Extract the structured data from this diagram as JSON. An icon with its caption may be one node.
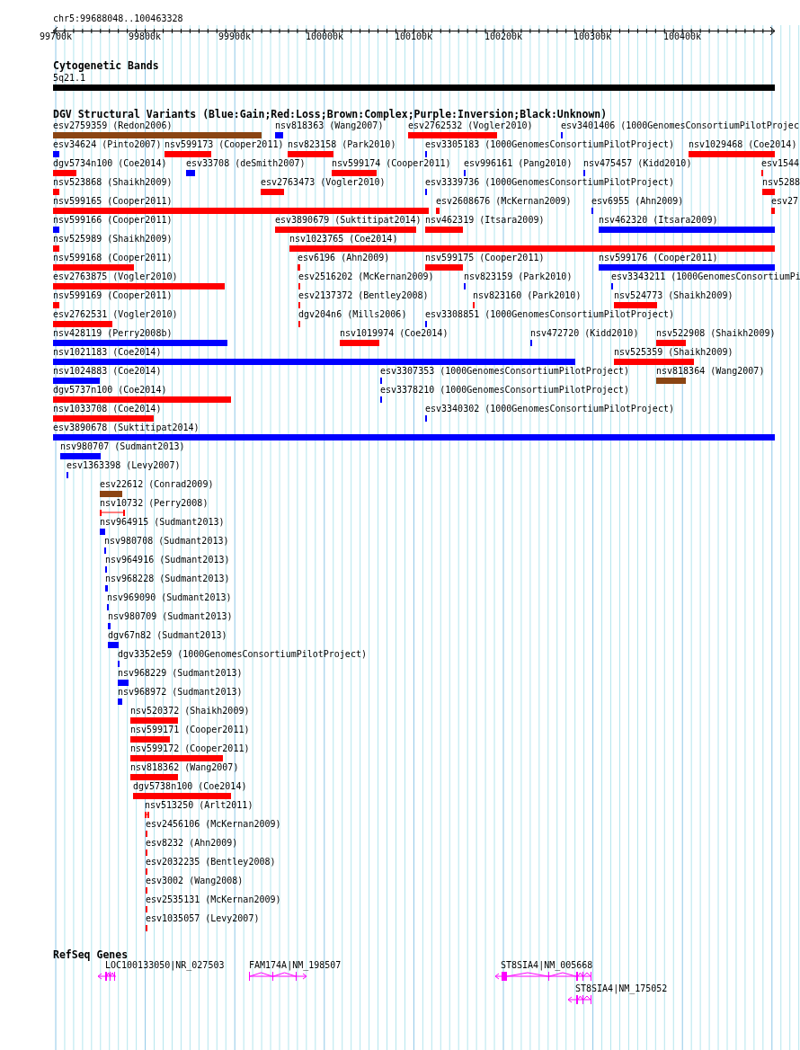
{
  "diagram": {
    "labels": [
      "chr5:99688048..100463328",
      "99700k",
      "99800k",
      "99900k",
      "100000k",
      "100100k",
      "100200k",
      "100300k",
      "100400k",
      "Cytogenetic Bands",
      "5q21.1",
      "DGV Structural Variants (Blue:Gain;Red:Loss;Brown:Complex;Purple:Inversion;Black:Unknown)",
      "esv2759359 (Redon2006)",
      "nsv818363 (Wang2007)",
      "esv2762532 (Vogler2010)",
      "esv3401406 (1000GenomesConsortiumPilotProjec",
      "esv34624 (Pinto2007)",
      "nsv599173 (Cooper2011)",
      "nsv823158 (Park2010)",
      "esv3305183 (1000GenomesConsortiumPilotProject)",
      "nsv1029468 (Coe2014)",
      "dgv5734n100 (Coe2014)",
      "esv33708 (deSmith2007)",
      "nsv599174 (Cooper2011)",
      "esv996161 (Pang2010)",
      "nsv475457 (Kidd2010)",
      "esv1544",
      "nsv523868 (Shaikh2009)",
      "esv2763473 (Vogler2010)",
      "esv3339736 (1000GenomesConsortiumPilotProject)",
      "nsv5288",
      "nsv599165 (Cooper2011)",
      "esv2608676 (McKernan2009)",
      "esv6955 (Ahn2009)",
      "esv27",
      "nsv599166 (Cooper2011)",
      "esv3890679 (Suktitipat2014)",
      "nsv462319 (Itsara2009)",
      "nsv462320 (Itsara2009)",
      "nsv525989 (Shaikh2009)",
      "nsv1023765 (Coe2014)",
      "nsv599168 (Cooper2011)",
      "esv6196 (Ahn2009)",
      "nsv599175 (Cooper2011)",
      "nsv599176 (Cooper2011)",
      "esv2763875 (Vogler2010)",
      "esv2516202 (McKernan2009)",
      "nsv823159 (Park2010)",
      "esv3343211 (1000GenomesConsortiumPi",
      "nsv599169 (Cooper2011)",
      "esv2137372 (Bentley2008)",
      "nsv823160 (Park2010)",
      "nsv524773 (Shaikh2009)",
      "esv2762531 (Vogler2010)",
      "dgv204n6 (Mills2006)",
      "esv3308851 (1000GenomesConsortiumPilotProject)",
      "nsv428119 (Perry2008b)",
      "nsv1019974 (Coe2014)",
      "nsv472720 (Kidd2010)",
      "nsv522908 (Shaikh2009)",
      "nsv1021183 (Coe2014)",
      "nsv525359 (Shaikh2009)",
      "nsv1024883 (Coe2014)",
      "esv3307353 (1000GenomesConsortiumPilotProject)",
      "nsv818364 (Wang2007)",
      "dgv5737n100 (Coe2014)",
      "esv3378210 (1000GenomesConsortiumPilotProject)",
      "nsv1033708 (Coe2014)",
      "esv3340302 (1000GenomesConsortiumPilotProject)",
      "esv3890678 (Suktitipat2014)",
      "nsv980707 (Sudmant2013)",
      "esv1363398 (Levy2007)",
      "esv22612 (Conrad2009)",
      "nsv10732 (Perry2008)",
      "nsv964915 (Sudmant2013)",
      "nsv980708 (Sudmant2013)",
      "nsv964916 (Sudmant2013)",
      "nsv968228 (Sudmant2013)",
      "nsv969090 (Sudmant2013)",
      "nsv980709 (Sudmant2013)",
      "dgv67n82 (Sudmant2013)",
      "dgv3352e59 (1000GenomesConsortiumPilotProject)",
      "nsv968229 (Sudmant2013)",
      "nsv968972 (Sudmant2013)",
      "nsv520372 (Shaikh2009)",
      "nsv599171 (Cooper2011)",
      "nsv599172 (Cooper2011)",
      "nsv818362 (Wang2007)",
      "dgv5738n100 (Coe2014)",
      "nsv513250 (Arlt2011)",
      "esv2456106 (McKernan2009)",
      "esv8232 (Ahn2009)",
      "esv2032235 (Bentley2008)",
      "esv3002 (Wang2008)",
      "esv2535131 (McKernan2009)",
      "esv1035057 (Levy2007)",
      "RefSeq Genes",
      "LOC100133050|NR_027503",
      "FAM174A|NM_198507",
      "ST8SIA4|NM_005668",
      "ST8SIA4|NM_175052"
    ]
  }
}
